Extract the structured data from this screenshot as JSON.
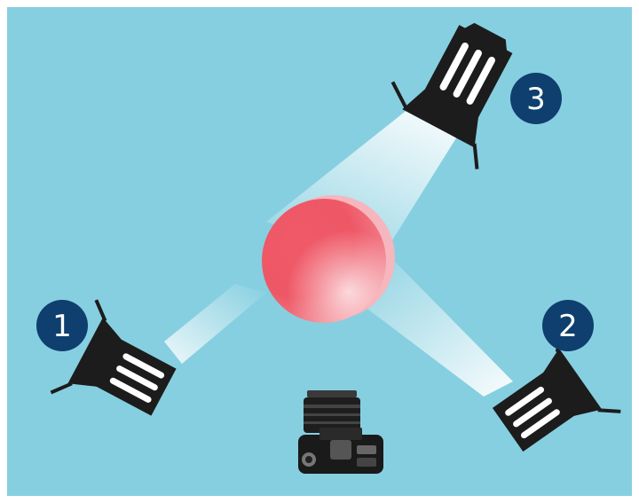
{
  "colors": {
    "background": "#86cfe0",
    "badge": "#0e3f6e",
    "light_body": "#1c1c1c",
    "light_slats": "#ffffff",
    "subject": "#ee5866",
    "beam": "#ffffff"
  },
  "lights": [
    {
      "number": "1",
      "icon": "studio-light-icon"
    },
    {
      "number": "2",
      "icon": "studio-light-icon"
    },
    {
      "number": "3",
      "icon": "studio-light-icon"
    }
  ],
  "subject_icon": "sphere-icon",
  "camera_icon": "camera-icon"
}
